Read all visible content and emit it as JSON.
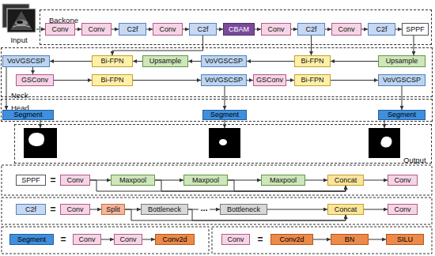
{
  "diagram": {
    "nodes": [
      {
        "text": [
          "Backone"
        ]
      },
      {
        "text": [
          "Conv"
        ],
        "in": 0
      },
      {
        "text": [
          "Conv"
        ],
        "in": 0
      },
      {
        "text": [
          "C2f"
        ],
        "in": 0
      },
      {
        "text": [
          "Conv"
        ],
        "in": 0
      },
      {
        "text": [
          "C2f"
        ],
        "in": 0
      },
      {
        "text": [
          "CBAM"
        ],
        "in": 0
      },
      {
        "text": [
          "Conv"
        ],
        "in": 0
      },
      {
        "text": [
          "C2f"
        ],
        "in": 0
      },
      {
        "text": [
          "Conv"
        ],
        "in": 0
      },
      {
        "text": [
          "C2f"
        ],
        "in": 0
      },
      {
        "text": [
          "SPPF"
        ],
        "in": 0
      },
      {
        "text": [
          "Neck"
        ]
      },
      {
        "text": [
          "VoVGSCSP"
        ],
        "in": 12
      },
      {
        "text": [
          "Bi-FPN"
        ],
        "in": 12
      },
      {
        "text": [
          "Upsample"
        ],
        "in": 12
      },
      {
        "text": [
          "VoVGSCSP"
        ],
        "in": 12
      },
      {
        "text": [
          "Bi-FPN"
        ],
        "in": 12
      },
      {
        "text": [
          "Upsample"
        ],
        "in": 12
      },
      {
        "text": [
          "GSConv"
        ],
        "in": 12
      },
      {
        "text": [
          "Bi-FPN"
        ],
        "in": 12
      },
      {
        "text": [
          "VoVGSCSP"
        ],
        "in": 12
      },
      {
        "text": [
          "GSConv"
        ],
        "in": 12
      },
      {
        "text": [
          "Bi-FPN"
        ],
        "in": 12
      },
      {
        "text": [
          "VoVGSCSP"
        ],
        "in": 12
      },
      {
        "text": [
          "Head"
        ]
      },
      {
        "text": [
          "Segment"
        ],
        "in": 25
      },
      {
        "text": [
          "Segment"
        ],
        "in": 25
      },
      {
        "text": [
          "Segment"
        ],
        "in": 25
      },
      {
        "text": [
          "Output"
        ]
      },
      {
        "text": [
          "SPPF"
        ]
      },
      {
        "text": [
          "Conv"
        ]
      },
      {
        "text": [
          "Maxpool"
        ]
      },
      {
        "text": [
          "Maxpool"
        ]
      },
      {
        "text": [
          "Maxpool"
        ]
      },
      {
        "text": [
          "Concat"
        ]
      },
      {
        "text": [
          "Conv"
        ]
      },
      {
        "text": [
          "C2f"
        ]
      },
      {
        "text": [
          "Conv"
        ]
      },
      {
        "text": [
          "Split"
        ]
      },
      {
        "text": [
          "Bottleneck"
        ]
      },
      {
        "text": [
          "Bottleneck"
        ]
      },
      {
        "text": [
          "Concat"
        ]
      },
      {
        "text": [
          "Conv"
        ]
      },
      {
        "text": [
          "Segment"
        ]
      },
      {
        "text": [
          "Conv"
        ]
      },
      {
        "text": [
          "Conv"
        ]
      },
      {
        "text": [
          "Conv2d"
        ]
      },
      {
        "text": [
          "Conv"
        ]
      },
      {
        "text": [
          "Conv2d"
        ]
      },
      {
        "text": [
          "BN"
        ]
      },
      {
        "text": [
          "SILU"
        ]
      }
    ],
    "edges": [
      {
        "from": 1,
        "to": 2,
        "arrow": "to"
      },
      {
        "from": 2,
        "to": 3,
        "arrow": "to"
      },
      {
        "from": 3,
        "to": 4,
        "arrow": "to"
      },
      {
        "from": 4,
        "to": 5,
        "arrow": "to"
      },
      {
        "from": 5,
        "to": 6,
        "arrow": "to"
      },
      {
        "from": 6,
        "to": 7,
        "arrow": "to"
      },
      {
        "from": 7,
        "to": 8,
        "arrow": "to"
      },
      {
        "from": 8,
        "to": 9,
        "arrow": "to"
      },
      {
        "from": 9,
        "to": 10,
        "arrow": "to"
      },
      {
        "from": 10,
        "to": 11,
        "arrow": "to"
      },
      {
        "from": 5,
        "to": 14,
        "arrow": "to"
      },
      {
        "from": 8,
        "to": 17,
        "arrow": "to"
      },
      {
        "from": 11,
        "to": 18,
        "arrow": "to"
      },
      {
        "from": 18,
        "to": 17,
        "arrow": "to"
      },
      {
        "from": 17,
        "to": 16,
        "arrow": "to"
      },
      {
        "from": 16,
        "to": 15,
        "arrow": "to"
      },
      {
        "from": 15,
        "to": 14,
        "arrow": "to"
      },
      {
        "from": 14,
        "to": 13,
        "arrow": "to"
      },
      {
        "from": 13,
        "to": 19,
        "arrow": "to"
      },
      {
        "from": 13,
        "to": 26,
        "arrow": "to"
      },
      {
        "from": 19,
        "to": 20,
        "arrow": "to"
      },
      {
        "from": 20,
        "to": 21,
        "arrow": "to"
      },
      {
        "from": 21,
        "to": 22,
        "arrow": "to"
      },
      {
        "from": 22,
        "to": 23,
        "arrow": "to"
      },
      {
        "from": 23,
        "to": 24,
        "arrow": "to"
      },
      {
        "from": 21,
        "to": 27,
        "arrow": "to"
      },
      {
        "from": 24,
        "to": 28,
        "arrow": "to"
      },
      {
        "from": 31,
        "to": 32,
        "arrow": "to"
      },
      {
        "from": 32,
        "to": 33,
        "arrow": "to"
      },
      {
        "from": 33,
        "to": 34,
        "arrow": "to"
      },
      {
        "from": 34,
        "to": 35,
        "arrow": "to"
      },
      {
        "from": 35,
        "to": 36,
        "arrow": "to"
      },
      {
        "from": 31,
        "to": 35,
        "arrow": "to"
      },
      {
        "from": 32,
        "to": 35,
        "arrow": "to"
      },
      {
        "from": 33,
        "to": 35,
        "arrow": "to"
      },
      {
        "from": 38,
        "to": 39,
        "arrow": "to"
      },
      {
        "from": 39,
        "to": 40,
        "arrow": "to"
      },
      {
        "from": 40,
        "to": 41,
        "arrow": "to",
        "label": "..."
      },
      {
        "from": 41,
        "to": 42,
        "arrow": "to"
      },
      {
        "from": 42,
        "to": 43,
        "arrow": "to"
      },
      {
        "from": 39,
        "to": 42,
        "arrow": "to"
      },
      {
        "from": 40,
        "to": 42,
        "arrow": "to"
      },
      {
        "from": 45,
        "to": 46,
        "arrow": "to"
      },
      {
        "from": 46,
        "to": 47,
        "arrow": "to"
      },
      {
        "from": 49,
        "to": 50,
        "arrow": "to"
      },
      {
        "from": 50,
        "to": 51,
        "arrow": "to"
      }
    ],
    "labels": [
      "Input",
      "=",
      "=",
      "=",
      "="
    ]
  }
}
